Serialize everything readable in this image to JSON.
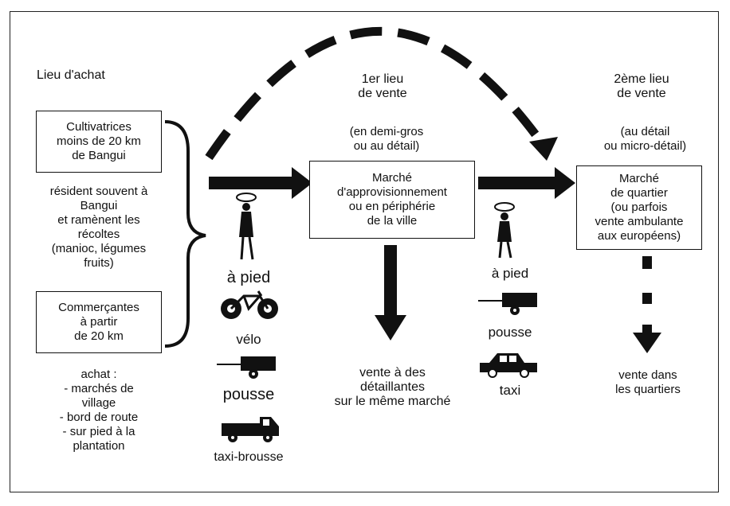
{
  "headers": {
    "lieu_achat": "Lieu d'achat",
    "premier_lieu": "1er lieu\nde vente",
    "deuxieme_lieu": "2ème lieu\nde vente"
  },
  "left": {
    "box_cultivatrices": "Cultivatrices\nmoins de 20 km\nde Bangui",
    "note_resident": "résident souvent à\nBangui\net ramènent les\nrécoltes\n(manioc, légumes\nfruits)",
    "box_commercantes": "Commerçantes\nà partir\nde 20 km",
    "note_achat": "achat :\n- marchés de\nvillage\n- bord de route\n- sur pied à la\nplantation"
  },
  "middle": {
    "sale_type": "(en demi-gros\nou au détail)",
    "box_marche": "Marché\nd'approvisionnement\nou en périphérie\nde la ville",
    "outcome": "vente à des\ndétaillantes\nsur le même marché"
  },
  "right": {
    "sale_type": "(au détail\nou micro-détail)",
    "box_quartier": "Marché\nde quartier\n(ou parfois\nvente ambulante\naux européens)",
    "outcome": "vente dans\nles quartiers"
  },
  "transport_first": {
    "foot": "à pied",
    "bike": "vélo",
    "cart": "pousse",
    "bush_taxi": "taxi-brousse"
  },
  "transport_second": {
    "foot": "à pied",
    "cart": "pousse",
    "taxi": "taxi"
  },
  "icons": [
    "woman-carrying-load-icon",
    "bicycle-icon",
    "push-cart-icon",
    "pickup-truck-icon",
    "car-icon"
  ],
  "colors": {
    "ink": "#111111",
    "background": "#ffffff"
  }
}
